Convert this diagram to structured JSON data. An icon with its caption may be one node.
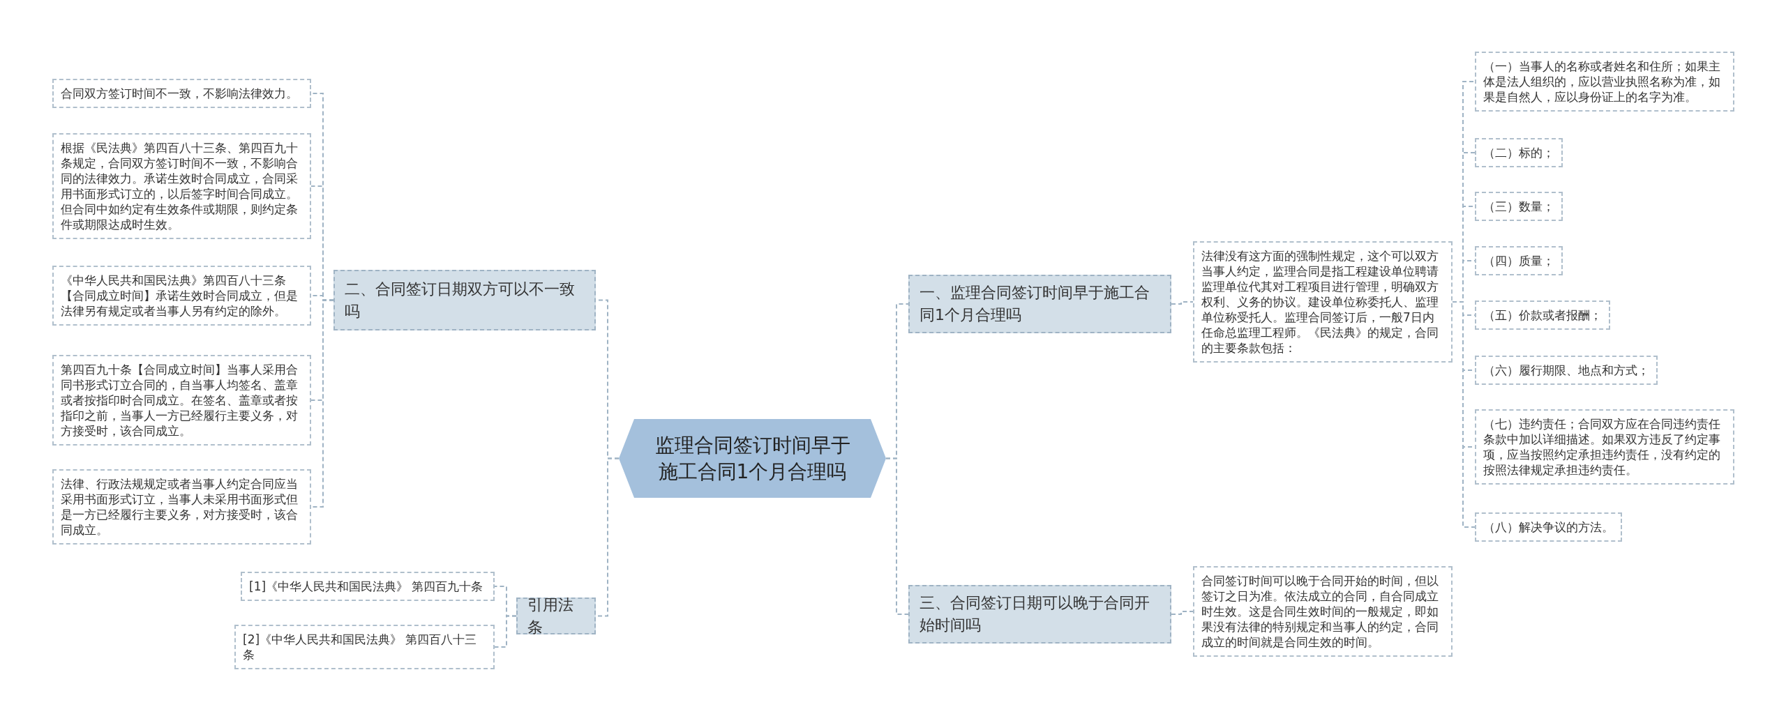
{
  "diagram": {
    "nodes": [
      {
        "text": [
          "监理合同签订时间早于施工合同1个月合理吗"
        ]
      },
      {
        "text": [
          "一、监理合同签订时间早于施工合同1个月合理吗"
        ]
      },
      {
        "text": [
          "法律没有这方面的强制性规定，这个可以双方当事人约定，监理合同是指工程建设单位聘请监理单位代其对工程项目进行管理，明确双方权利、义务的协议。建设单位称委托人、监理单位称受托人。监理合同签订后，一般7日内任命总监理工程师。《民法典》的规定，合同的主要条款包括："
        ]
      },
      {
        "text": [
          "（一）当事人的名称或者姓名和住所；如果主体是法人组织的，应以营业执照名称为准，如果是自然人，应以身份证上的名字为准。"
        ]
      },
      {
        "text": [
          "（二）标的；"
        ]
      },
      {
        "text": [
          "（三）数量；"
        ]
      },
      {
        "text": [
          "（四）质量；"
        ]
      },
      {
        "text": [
          "（五）价款或者报酬；"
        ]
      },
      {
        "text": [
          "（六）履行期限、地点和方式；"
        ]
      },
      {
        "text": [
          "（七）违约责任；合同双方应在合同违约责任条款中加以详细描述。如果双方违反了约定事项，应当按照约定承担违约责任，没有约定的按照法律规定承担违约责任。"
        ]
      },
      {
        "text": [
          "（八）解决争议的方法。"
        ]
      },
      {
        "text": [
          "三、合同签订日期可以晚于合同开始时间吗"
        ]
      },
      {
        "text": [
          "合同签订时间可以晚于合同开始的时间，但以签订之日为准。依法成立的合同，自合同成立时生效。这是合同生效时间的一般规定，即如果没有法律的特别规定和当事人的约定，合同成立的时间就是合同生效的时间。"
        ]
      },
      {
        "text": [
          "二、合同签订日期双方可以不一致吗"
        ]
      },
      {
        "text": [
          "合同双方签订时间不一致，不影响法律效力。"
        ]
      },
      {
        "text": [
          "根据《民法典》第四百八十三条、第四百九十条规定，合同双方签订时间不一致，不影响合同的法律效力。承诺生效时合同成立，合同采用书面形式订立的，以后签字时间合同成立。但合同中如约定有生效条件或期限，则约定条件或期限达成时生效。"
        ]
      },
      {
        "text": [
          "《中华人民共和国民法典》第四百八十三条【合同成立时间】承诺生效时合同成立，但是法律另有规定或者当事人另有约定的除外。"
        ]
      },
      {
        "text": [
          "第四百九十条【合同成立时间】当事人采用合同书形式订立合同的，自当事人均签名、盖章或者按指印时合同成立。在签名、盖章或者按指印之前，当事人一方已经履行主要义务，对方接受时，该合同成立。"
        ]
      },
      {
        "text": [
          "法律、行政法规规定或者当事人约定合同应当采用书面形式订立，当事人未采用书面形式但是一方已经履行主要义务，对方接受时，该合同成立。"
        ]
      },
      {
        "text": [
          "引用法条"
        ]
      },
      {
        "text": [
          "[1]《中华人民共和国民法典》 第四百九十条"
        ]
      },
      {
        "text": [
          "[2]《中华人民共和国民法典》 第四百八十三条"
        ]
      }
    ],
    "edges": [
      {
        "from": 0,
        "to": 1,
        "arrow": "none"
      },
      {
        "from": 1,
        "to": 2,
        "arrow": "none"
      },
      {
        "from": 2,
        "to": 3,
        "arrow": "none"
      },
      {
        "from": 2,
        "to": 4,
        "arrow": "none"
      },
      {
        "from": 2,
        "to": 5,
        "arrow": "none"
      },
      {
        "from": 2,
        "to": 6,
        "arrow": "none"
      },
      {
        "from": 2,
        "to": 7,
        "arrow": "none"
      },
      {
        "from": 2,
        "to": 8,
        "arrow": "none"
      },
      {
        "from": 2,
        "to": 9,
        "arrow": "none"
      },
      {
        "from": 2,
        "to": 10,
        "arrow": "none"
      },
      {
        "from": 0,
        "to": 11,
        "arrow": "none"
      },
      {
        "from": 11,
        "to": 12,
        "arrow": "none"
      },
      {
        "from": 0,
        "to": 13,
        "arrow": "none"
      },
      {
        "from": 13,
        "to": 14,
        "arrow": "none"
      },
      {
        "from": 13,
        "to": 15,
        "arrow": "none"
      },
      {
        "from": 13,
        "to": 16,
        "arrow": "none"
      },
      {
        "from": 13,
        "to": 17,
        "arrow": "none"
      },
      {
        "from": 13,
        "to": 18,
        "arrow": "none"
      },
      {
        "from": 0,
        "to": 19,
        "arrow": "none"
      },
      {
        "from": 19,
        "to": 20,
        "arrow": "none"
      },
      {
        "from": 19,
        "to": 21,
        "arrow": "none"
      }
    ]
  }
}
